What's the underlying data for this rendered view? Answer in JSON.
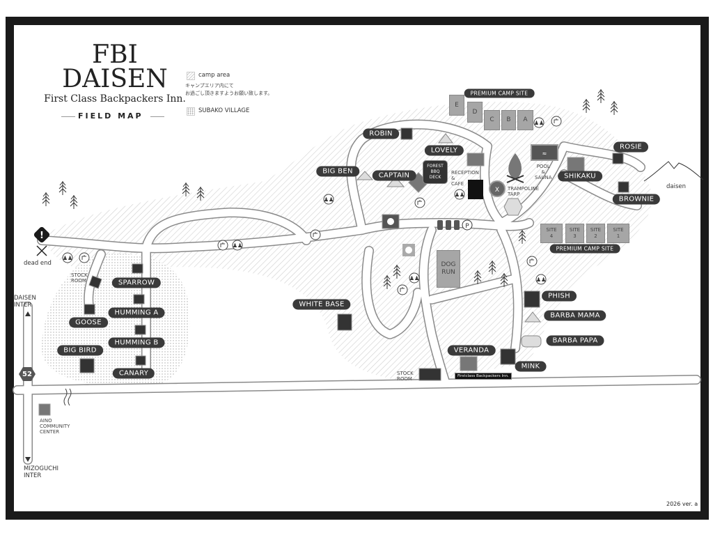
{
  "title": {
    "line1": "FBI",
    "line2": "DAISEN",
    "subtitle": "First Class Backpackers Inn.",
    "field_map": "FIELD MAP"
  },
  "legend": {
    "camp_area": "camp area",
    "camp_note_1": "キャンプエリア内にて",
    "camp_note_2": "お過ごし頂きますようお願い致します。",
    "subako": "SUBAKO VILLAGE"
  },
  "labels": {
    "premium_top": "PREMIUM CAMP SITE",
    "premium_bottom": "PREMIUM CAMP SITE",
    "robin": "ROBIN",
    "lovely": "LOVELY",
    "big_ben": "BIG BEN",
    "captain": "CAPTAIN",
    "rosie": "ROSIE",
    "shikaku": "SHIKAKU",
    "brownie": "BROWNIE",
    "sparrow": "SPARROW",
    "humming_a": "HUMMING A",
    "goose": "GOOSE",
    "humming_b": "HUMMING B",
    "big_bird": "BIG BIRD",
    "canary": "CANARY",
    "white_base": "WHITE BASE",
    "phish": "PHISH",
    "barba_mama": "BARBA MAMA",
    "barba_papa": "BARBA PAPA",
    "veranda": "VERANDA",
    "mink": "MINK"
  },
  "places": {
    "dead_end": "dead end",
    "stock_room_left": "STOCK\nROOM",
    "stock_room_bottom": "STOCK\nROOM",
    "daisen_inter": "DAISEN\nINTER",
    "mizoguchi_inter": "MIZOGUCHI\nINTER",
    "aino": "AINO\nCOMMUNITY\nCENTER",
    "reception": "RECEPTION\n&\nCAFE",
    "pool": "POOL\n&\nSAUNA",
    "trampoline": "TRAMPOLINE\nTARP",
    "bbq": "FOREST\nBBQ\nDECK",
    "dog_run": "DOG\nRUN",
    "daisen": "daisen",
    "route": "52",
    "inn_sign": "Firstclass Backpackers Inn."
  },
  "sites_top": [
    "E",
    "D",
    "C",
    "B",
    "A"
  ],
  "sites_bottom": [
    "SITE\n4",
    "SITE\n3",
    "SITE\n2",
    "SITE\n1"
  ],
  "version": "2026 ver. a",
  "colors": {
    "frame": "#1a1a1a",
    "pill": "#3a3a3a",
    "road_edge": "#8a8a8a",
    "site": "#a6a6a6"
  },
  "icons": [
    "warning-icon",
    "restroom-icon",
    "water-tap-icon",
    "tree-icon",
    "campfire-icon",
    "parking-icon",
    "car-icon",
    "trash-icon",
    "pool-icon",
    "mountain-icon"
  ]
}
